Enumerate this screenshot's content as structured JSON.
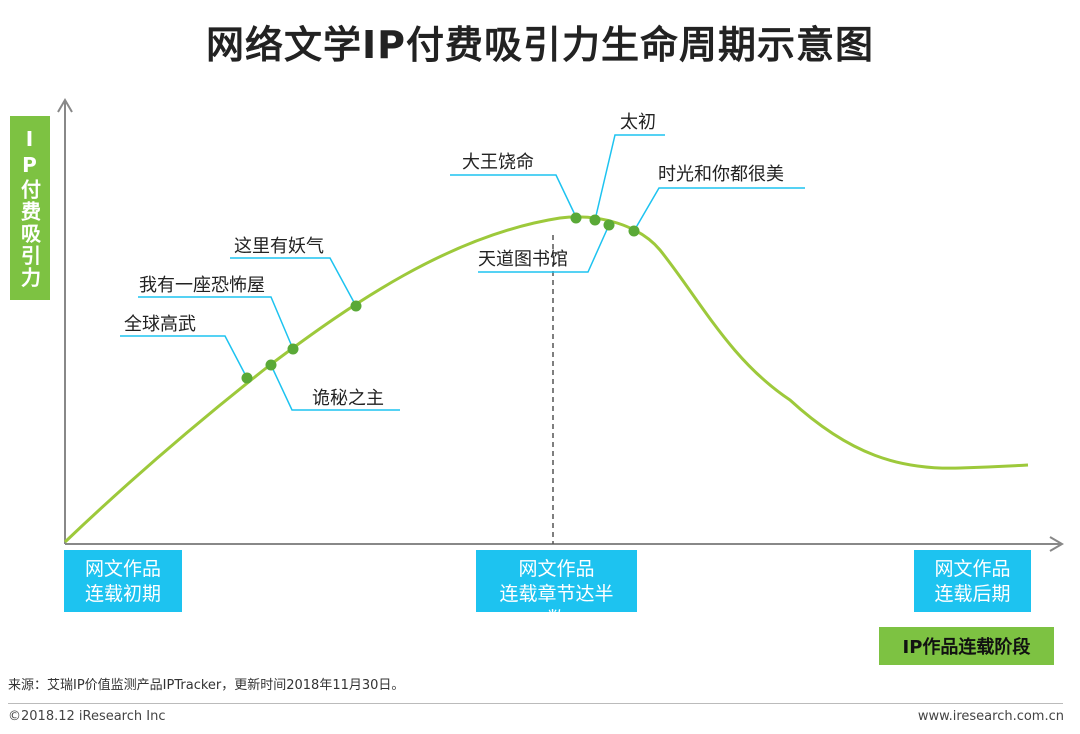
{
  "title": "网络文学IP付费吸引力生命周期示意图",
  "y_axis_label": "IP付费吸引力",
  "x_axis_label": "IP作品连载阶段",
  "stages": {
    "early": [
      "网文作品",
      "连载初期"
    ],
    "middle": [
      "网文作品",
      "连载章节达半",
      "数"
    ],
    "late": [
      "网文作品",
      "连载后期"
    ]
  },
  "works": {
    "quanqiu": "全球高武",
    "wuyou": "我有一座恐怖屋",
    "zheli": "这里有妖气",
    "guimi": "诡秘之主",
    "dawang": "大王饶命",
    "taichu": "太初",
    "shiguang": "时光和你都很美",
    "tiandao": "天道图书馆"
  },
  "source": "来源：艾瑞IP价值监测产品IPTracker，更新时间2018年11月30日。",
  "copyright": "©2018.12 iResearch Inc",
  "website": "www.iresearch.com.cn",
  "colors": {
    "curve": "#9dc93b",
    "dot": "#5aa937",
    "leader": "#1dc3f0",
    "stage_box": "#1dc3f0",
    "label_box": "#7dc242",
    "axis": "#888888"
  }
}
